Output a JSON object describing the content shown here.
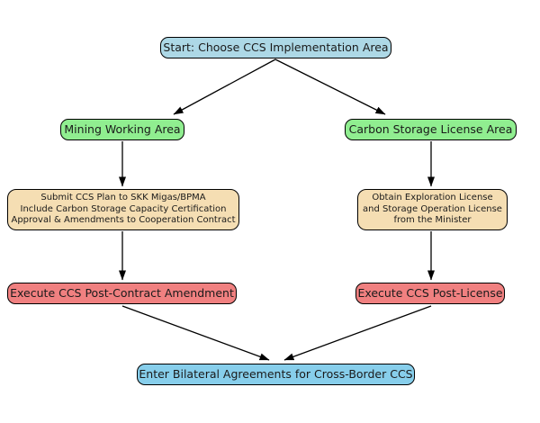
{
  "diagram": {
    "colors": {
      "start_fill": "#ADD8E6",
      "area_fill": "#90EE90",
      "process_fill": "#F5DEB3",
      "execute_fill": "#F08080",
      "terminal_fill": "#87CEEB",
      "edge_color": "#000000",
      "border_color": "#000000"
    },
    "nodes": {
      "start": {
        "label": "Start: Choose CCS Implementation Area",
        "fill": "#ADD8E6"
      },
      "mining": {
        "label": "Mining Working Area",
        "fill": "#90EE90"
      },
      "carbon": {
        "label": "Carbon Storage License Area",
        "fill": "#90EE90"
      },
      "submit": {
        "lines": [
          "Submit CCS Plan to SKK Migas/BPMA",
          "Include Carbon Storage Capacity Certification",
          "Approval & Amendments to Cooperation Contract"
        ],
        "fill": "#F5DEB3"
      },
      "obtain": {
        "lines": [
          "Obtain Exploration License",
          "and Storage Operation License",
          "from the Minister"
        ],
        "fill": "#F5DEB3"
      },
      "exec_contract": {
        "label": "Execute CCS Post-Contract Amendment",
        "fill": "#F08080"
      },
      "exec_license": {
        "label": "Execute CCS Post-License",
        "fill": "#F08080"
      },
      "bilateral": {
        "label": "Enter Bilateral Agreements for Cross-Border CCS",
        "fill": "#87CEEB"
      }
    },
    "edges": [
      {
        "from": "start",
        "to": "mining"
      },
      {
        "from": "start",
        "to": "carbon"
      },
      {
        "from": "mining",
        "to": "submit"
      },
      {
        "from": "carbon",
        "to": "obtain"
      },
      {
        "from": "submit",
        "to": "exec_contract"
      },
      {
        "from": "obtain",
        "to": "exec_license"
      },
      {
        "from": "exec_contract",
        "to": "bilateral"
      },
      {
        "from": "exec_license",
        "to": "bilateral"
      }
    ]
  }
}
